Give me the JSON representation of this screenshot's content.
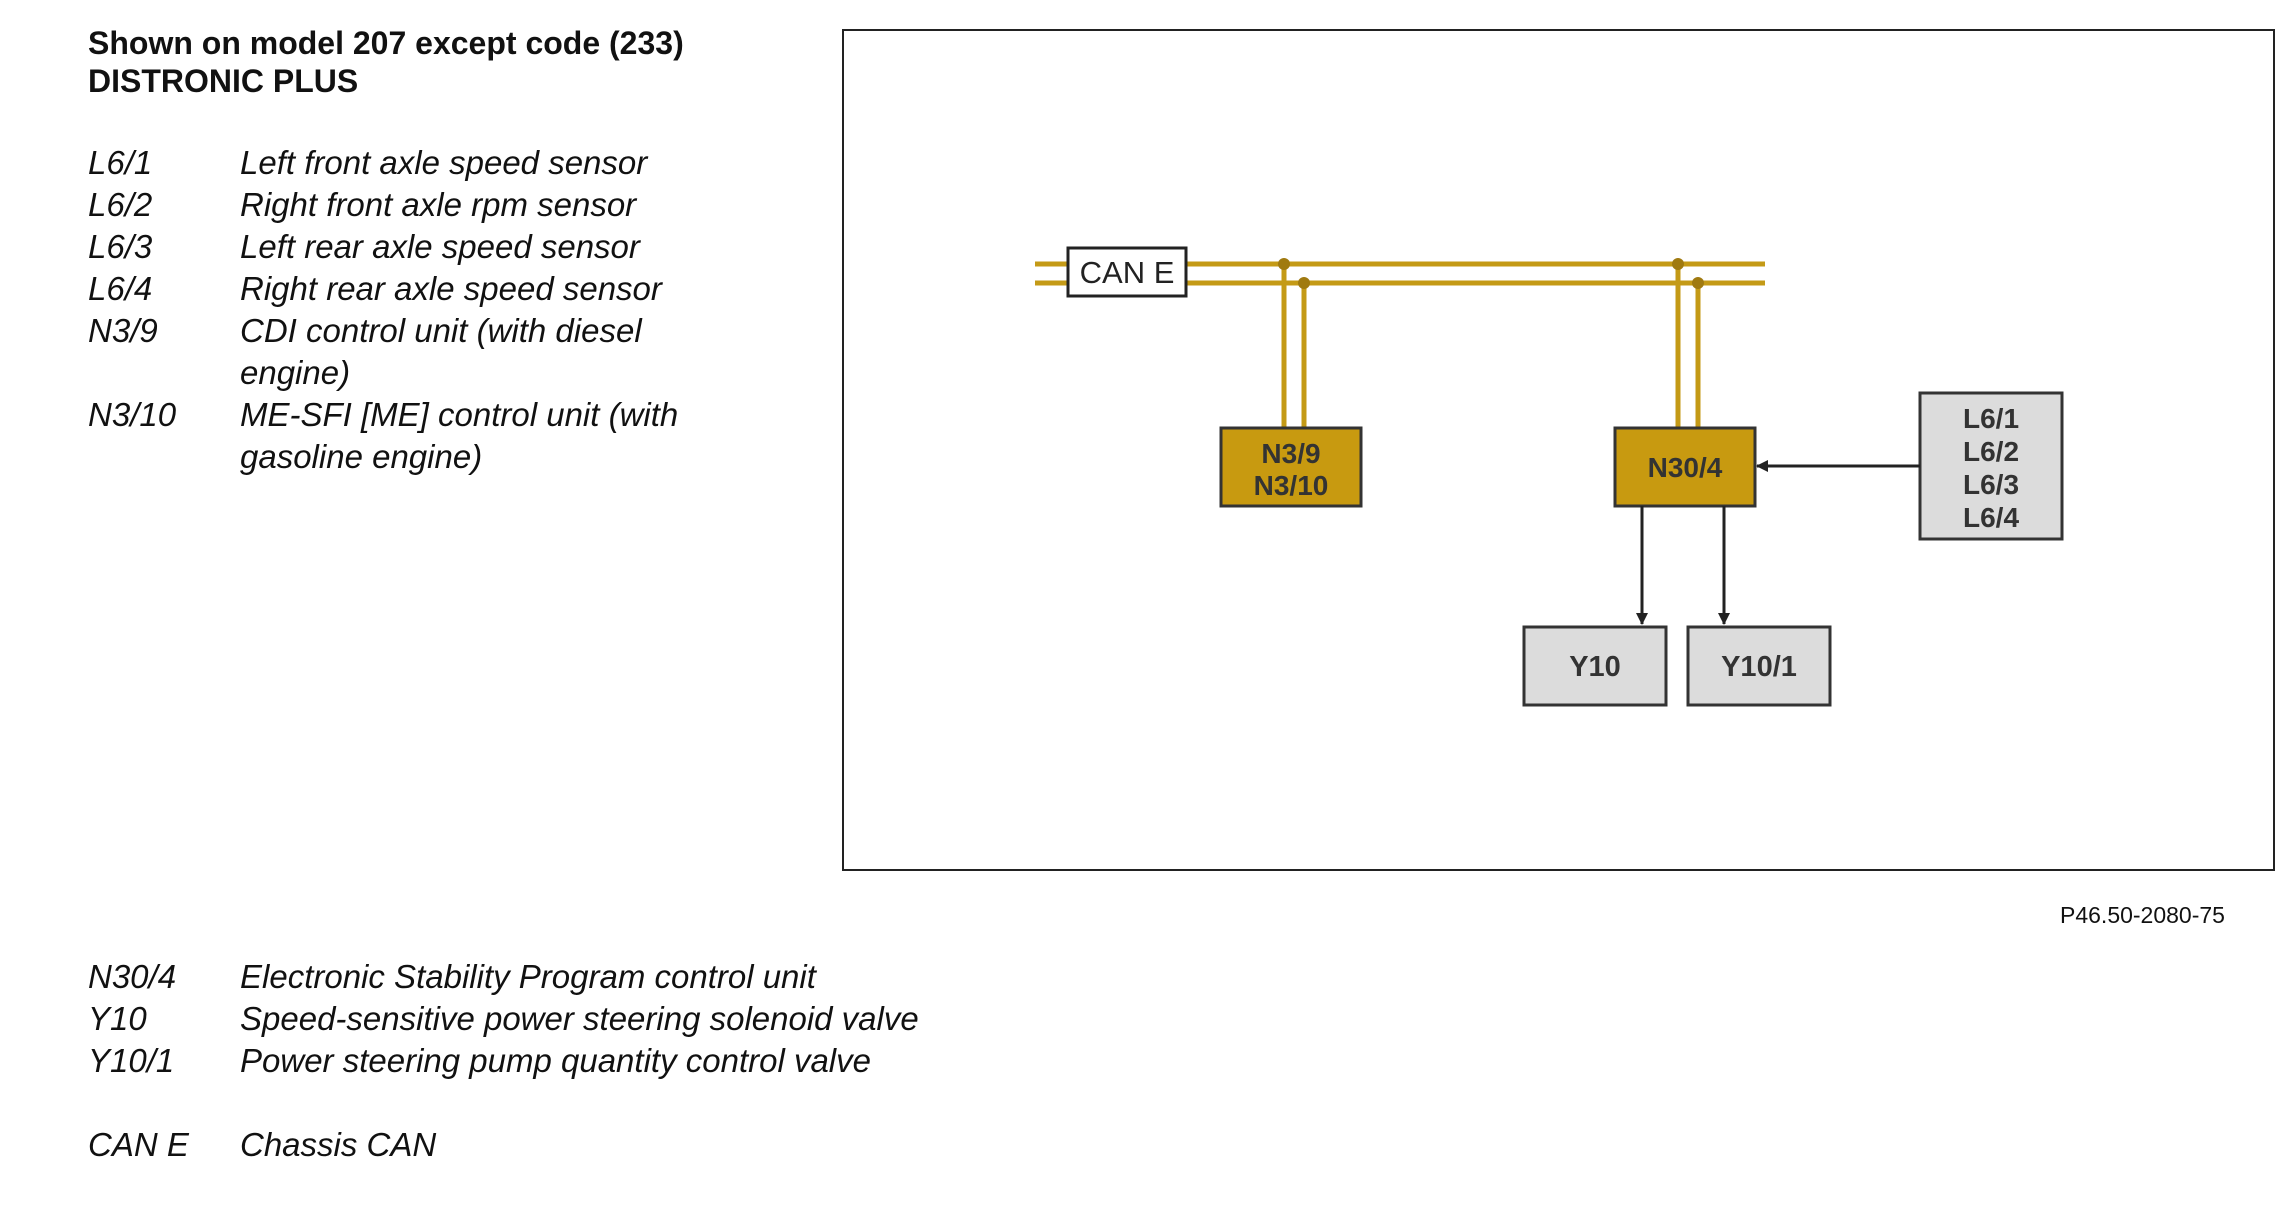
{
  "heading": {
    "line1": "Shown on model 207 except code (233)",
    "line2": "DISTRONIC PLUS"
  },
  "legend_top": [
    {
      "code": "L6/1",
      "desc": "Left front axle speed sensor"
    },
    {
      "code": "L6/2",
      "desc": "Right front axle rpm sensor"
    },
    {
      "code": "L6/3",
      "desc": "Left rear axle speed sensor"
    },
    {
      "code": "L6/4",
      "desc": "Right rear axle speed sensor"
    },
    {
      "code": "N3/9",
      "desc": "CDI control unit (with diesel engine)"
    },
    {
      "code": "N3/10",
      "desc": "ME-SFI [ME] control unit (with gasoline engine)"
    }
  ],
  "legend_bottom": [
    {
      "code": "N30/4",
      "desc": "Electronic Stability Program control unit"
    },
    {
      "code": "Y10",
      "desc": "Speed-sensitive power steering solenoid valve"
    },
    {
      "code": "Y10/1",
      "desc": "Power steering pump quantity control valve"
    }
  ],
  "legend_can": {
    "code": "CAN E",
    "desc": "Chassis CAN"
  },
  "diagram": {
    "bus_label": "CAN E",
    "engine_unit": {
      "line1": "N3/9",
      "line2": "N3/10"
    },
    "esp_unit": "N30/4",
    "sensors": [
      "L6/1",
      "L6/2",
      "L6/3",
      "L6/4"
    ],
    "valve1": "Y10",
    "valve2": "Y10/1",
    "colors": {
      "bus": "#c49a16",
      "module_fill": "#c89a10",
      "component_fill": "#dcdcdc",
      "outline": "#333333"
    }
  },
  "figure_id": "P46.50-2080-75"
}
